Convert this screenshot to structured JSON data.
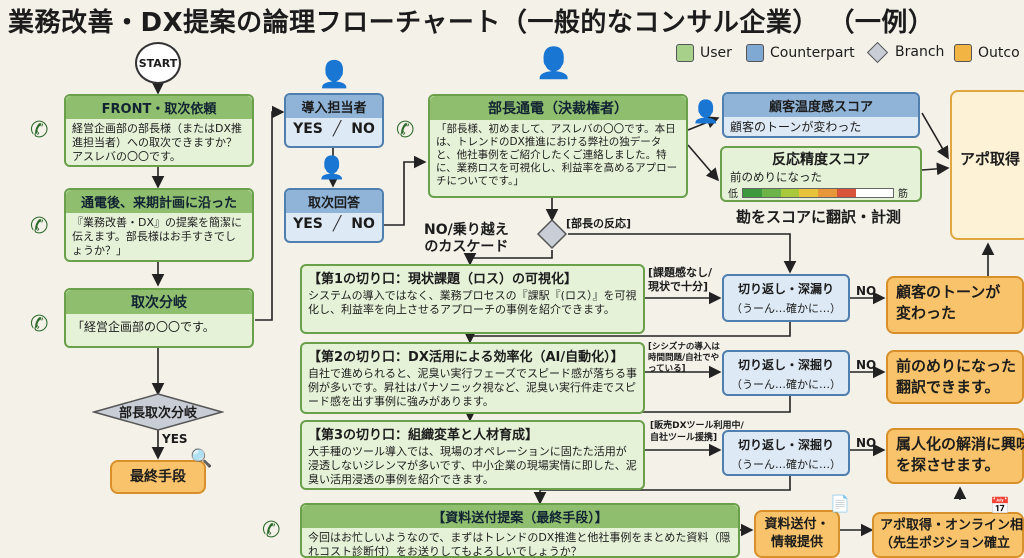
{
  "title": "業務改善・DX提案の論理フローチャート（一般的なコンサル企業） （一例）",
  "legend": {
    "user": "User",
    "counterpart": "Counterpart",
    "branch": "Branch",
    "outcome": "Outco",
    "colors": {
      "user": "#a7d08a",
      "counterpart": "#7fa9d3",
      "branch": "#c9ced6",
      "outcome": "#f2b544"
    }
  },
  "start": "START",
  "front": {
    "title": "FRONT・取次依頼",
    "text": "経営企画部の部長様（またはDX推進担当者）への取次できますか？アスレバの〇〇です。"
  },
  "call_after": {
    "title": "通電後、来期計画に沿った",
    "text": "『業務改善・DX』の提案を簡潔に伝えます。部長様はお手すきでしょうか？」"
  },
  "transfer_branch": {
    "title": "取次分岐",
    "text": "「経営企画部の〇〇です。"
  },
  "manager_branch": "部長取次分岐",
  "yes": "YES",
  "last_resort": "最終手段",
  "intro_person": {
    "title": "導入担当者",
    "yes": "YES",
    "no": "NO"
  },
  "transfer_reply": {
    "title": "取次回答",
    "yes": "YES",
    "no": "NO"
  },
  "manager_call": {
    "title": "部長通電（決裁権者）",
    "text": "「部長様、初めまして、アスレバの〇〇です。本日は、トレンドのDX推進における弊社の独データと、他社事例をご紹介したくご連絡しました。特に、業務ロスを可視化し、利益率を高めるアプローチについてです。」"
  },
  "temp_score": {
    "title": "顧客温度感スコア",
    "text": "顧客のトーンが変わった"
  },
  "accuracy_score": {
    "title": "反応精度スコア",
    "text": "前のめりになった",
    "low": "低",
    "high": "筋"
  },
  "measure_caption": "勘をスコアに翻訳・計測",
  "appoint_top": "アポ取得",
  "cascade": "NO/乗り越え\nのカスケード",
  "manager_reaction": "[部長の反応]",
  "cut1": {
    "title": "【第1の切り口：現状課題（ロス）の可視化】",
    "text": "システムの導入ではなく、業務プロセスの『課駅『(ロス）』を可視化し、利益率を向上させるアプローチの事例を紹介できます。",
    "note": "[課題感なし/\n現状で十分]"
  },
  "cut2": {
    "title": "【第2の切り口：DX活用による効率化（AI/自動化）】",
    "text": "自社で進められると、泥臭い実行フェーズでスピード感が落ちる事例が多いです。昇社はパナソニック視など、泥臭い実行件走でスピード感を出す事例に強みがあります。",
    "note": "[シシズナの導入は時間問題/自社でやっている]"
  },
  "cut3": {
    "title": "【第3の切り口：組織変革と人材育成】",
    "text": "大手種のツール導入では、現場のオペレーションに固たた活用が浸透しないジレンマが多いです、中小企業の現場実情に即した、泥臭い活用浸透の事例を紹介できます。",
    "note": "[販売DXツール利用中/\n自社ツール援携]"
  },
  "cut4": {
    "title": "【資料送付提案（最終手段）】",
    "text": "今回はお忙しいようなので、まずはトレンドのDX推進と他社事例をまとめた資料（隠れコスト診断付）をお送りしてもよろしいでしょうか？"
  },
  "loop": {
    "title": "切り返し・深漏り",
    "title2": "切り返し・深掘り",
    "text": "（うーん…確かに…）"
  },
  "no": "NO",
  "out1": "顧客のトーンが\n変わった",
  "out2": "前のめりになった\n翻訳できます。",
  "out3": "属人化の解消に興味\nを探させます。",
  "send_docs": "資料送付・\n情報提供",
  "appoint_online": "アポ取得・オンライン相\n（先生ポジション確立"
}
